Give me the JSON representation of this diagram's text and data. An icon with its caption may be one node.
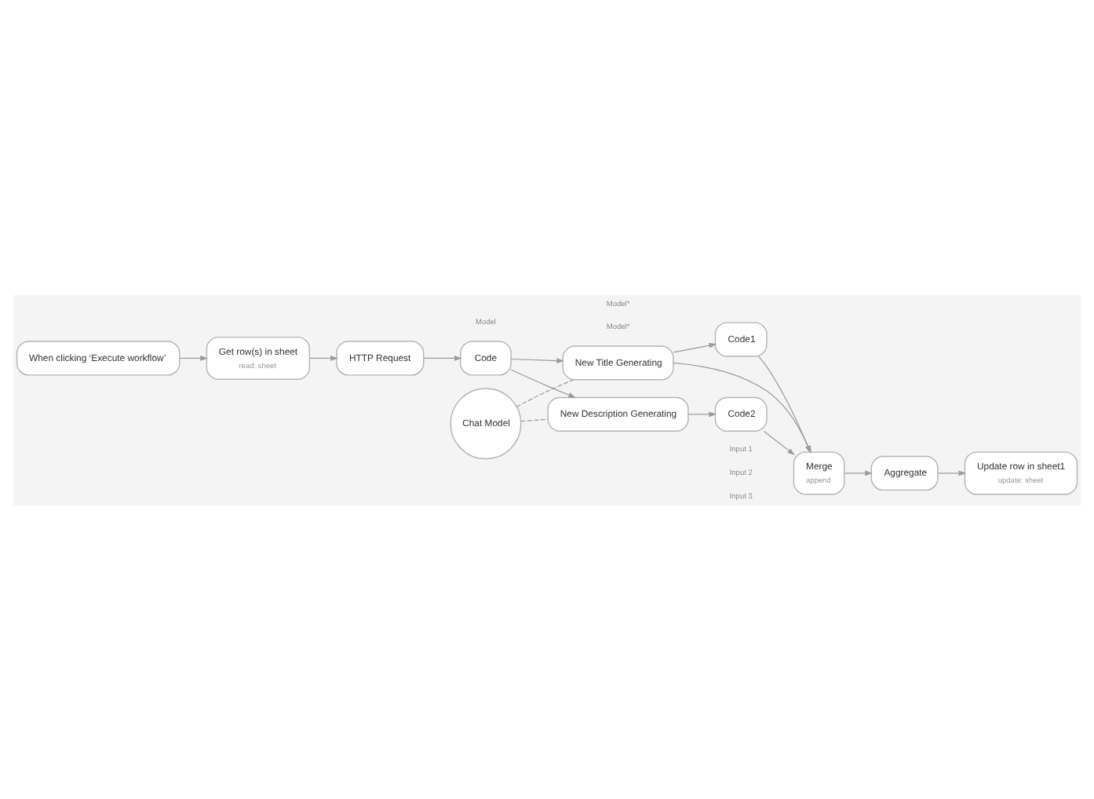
{
  "diagram": {
    "nodes": [
      {
        "text": [
          "When clicking ‘Execute workflow’"
        ]
      },
      {
        "text": [
          "Get row(s) in sheet",
          "read: sheet"
        ]
      },
      {
        "text": [
          "HTTP Request"
        ]
      },
      {
        "text": [
          "Code"
        ]
      },
      {
        "text": [
          "New Title Generating"
        ]
      },
      {
        "text": [
          "New Description Generating"
        ]
      },
      {
        "text": [
          "Code1"
        ]
      },
      {
        "text": [
          "Code2"
        ]
      },
      {
        "text": [
          "Merge",
          "append"
        ]
      },
      {
        "text": [
          "Aggregate"
        ]
      },
      {
        "text": [
          "Update row in sheet1",
          "update: sheet"
        ]
      },
      {
        "text": [
          "Chat Model"
        ]
      }
    ],
    "edges": [
      {
        "from": 0,
        "to": 1,
        "arrow": "to"
      },
      {
        "from": 1,
        "to": 2,
        "arrow": "to"
      },
      {
        "from": 2,
        "to": 3,
        "arrow": "to"
      },
      {
        "from": 3,
        "to": 4,
        "arrow": "to"
      },
      {
        "from": 3,
        "to": 5,
        "arrow": "to"
      },
      {
        "from": 4,
        "to": 6,
        "arrow": "to"
      },
      {
        "from": 4,
        "to": 8,
        "arrow": "to"
      },
      {
        "from": 5,
        "to": 7,
        "arrow": "to"
      },
      {
        "from": 6,
        "to": 8,
        "arrow": "to"
      },
      {
        "from": 7,
        "to": 8,
        "arrow": "to"
      },
      {
        "from": 8,
        "to": 9,
        "arrow": "to"
      },
      {
        "from": 9,
        "to": 10,
        "arrow": "to"
      },
      {
        "from": 11,
        "to": 4,
        "arrow": "none",
        "style": "dashed"
      },
      {
        "from": 11,
        "to": 5,
        "arrow": "none",
        "style": "dashed"
      }
    ],
    "labels": [
      "Input 1",
      "Input 2",
      "Input 3",
      "Model*",
      "Model",
      "Model*"
    ]
  }
}
